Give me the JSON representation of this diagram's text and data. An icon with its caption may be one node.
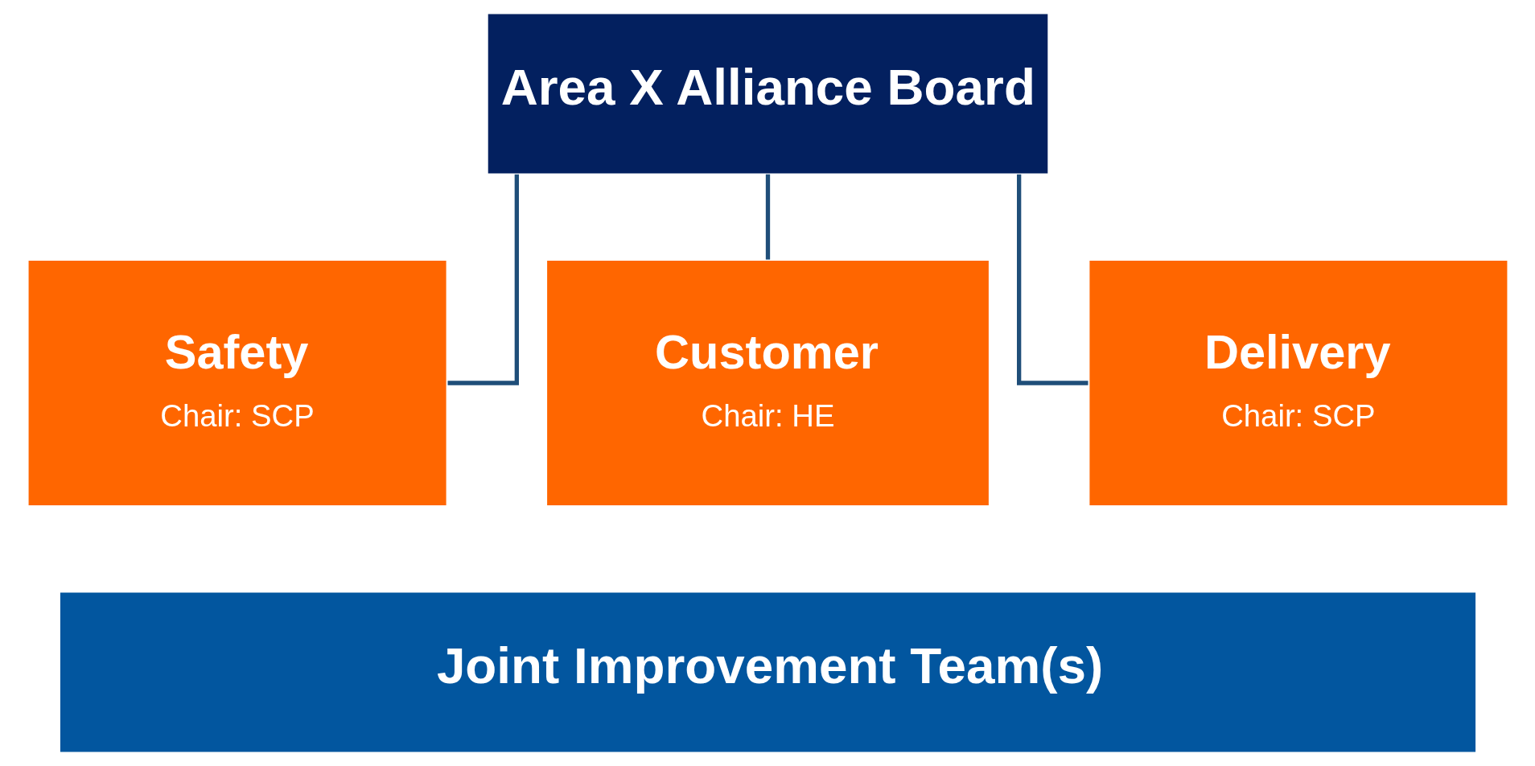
{
  "diagram": {
    "nodes": [
      {
        "text": [
          "Area X Alliance Board"
        ]
      },
      {
        "text": [
          "Safety",
          "Chair: SCP"
        ]
      },
      {
        "text": [
          "Customer",
          "Chair: HE"
        ]
      },
      {
        "text": [
          "Delivery",
          "Chair: SCP"
        ]
      },
      {
        "text": [
          "Joint Improvement Team(s)"
        ]
      }
    ],
    "edges": [
      {
        "from": 0,
        "to": 1,
        "arrow": "none"
      },
      {
        "from": 0,
        "to": 2,
        "arrow": "none"
      },
      {
        "from": 0,
        "to": 3,
        "arrow": "none"
      }
    ]
  }
}
